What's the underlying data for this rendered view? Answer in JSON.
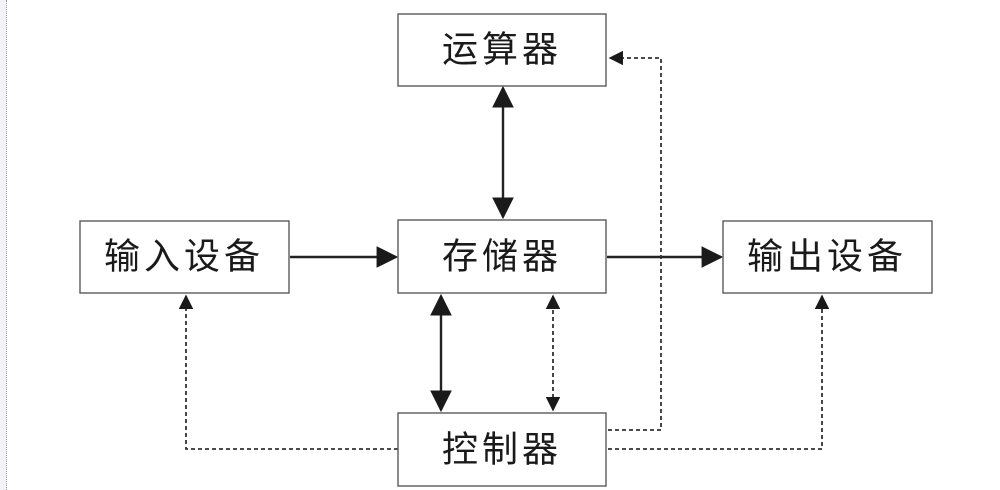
{
  "diagram": {
    "nodes": {
      "alu": {
        "label": "运算器"
      },
      "memory": {
        "label": "存储器"
      },
      "input": {
        "label": "输入设备"
      },
      "output": {
        "label": "输出设备"
      },
      "controller": {
        "label": "控制器"
      }
    },
    "edges": [
      {
        "from": "input",
        "to": "memory",
        "style": "solid",
        "direction": "forward"
      },
      {
        "from": "memory",
        "to": "output",
        "style": "solid",
        "direction": "forward"
      },
      {
        "from": "memory",
        "to": "alu",
        "style": "solid",
        "direction": "both"
      },
      {
        "from": "memory",
        "to": "controller",
        "style": "solid",
        "direction": "both"
      },
      {
        "from": "memory",
        "to": "controller",
        "style": "dashed",
        "direction": "both"
      },
      {
        "from": "controller",
        "to": "alu",
        "style": "dashed",
        "direction": "forward"
      },
      {
        "from": "controller",
        "to": "input",
        "style": "dashed",
        "direction": "forward"
      },
      {
        "from": "controller",
        "to": "output",
        "style": "dashed",
        "direction": "forward"
      }
    ]
  }
}
